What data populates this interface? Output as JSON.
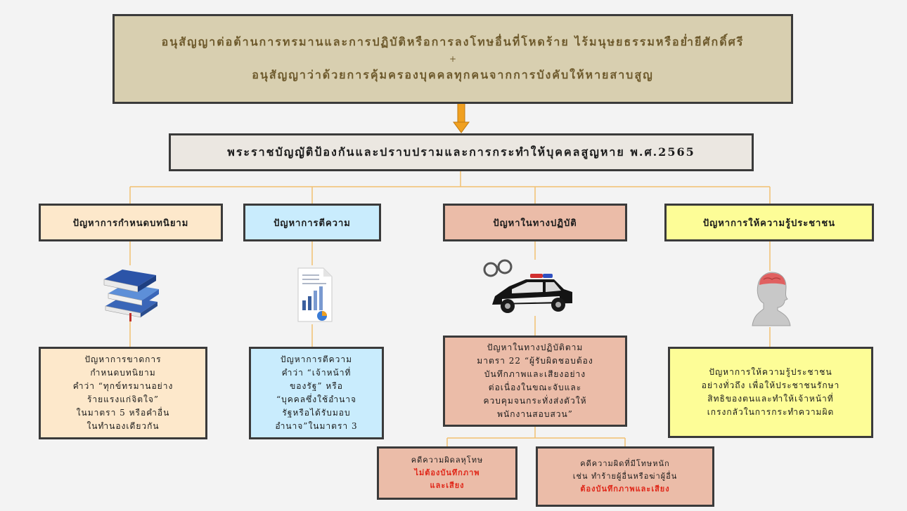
{
  "title": {
    "line1": "อนุสัญญาต่อต้านการทรมานและการปฏิบัติหรือการลงโทษอื่นที่โหดร้าย ไร้มนุษยธรรมหรือย่ำยีศักดิ์ศรี",
    "plus": "+",
    "line2": "อนุสัญญาว่าด้วยการคุ้มครองบุคคลทุกคนจากการบังคับให้หายสาบสูญ"
  },
  "act": "พระราชบัญญัติป้องกันและปราบปรามและการกระทำให้บุคคลสูญหาย พ.ศ.2565",
  "columns": [
    {
      "heading": "ปัญหาการกำหนดบทนิยาม",
      "icon": "books-icon",
      "lines": [
        "ปัญหาการขาดการ",
        "กำหนดบทนิยาม",
        "คำว่า “ทุกข์ทรมานอย่าง",
        "ร้ายแรงแก่จิตใจ”",
        "ในมาตรา 5 หรือคำอื่น",
        "ในทำนองเดียวกัน"
      ]
    },
    {
      "heading": "ปัญหาการตีความ",
      "icon": "document-icon",
      "lines": [
        "ปัญหาการตีความ",
        "คำว่า “เจ้าหน้าที่",
        "ของรัฐ” หรือ",
        "“บุคคลซึ่งใช้อำนาจ",
        "รัฐหรือได้รับมอบ",
        "อำนาจ”ในมาตรา 3"
      ]
    },
    {
      "heading": "ปัญหาในทางปฏิบัติ",
      "icon": "police-car-icon",
      "lines": [
        "ปัญหาในทางปฏิบัติตาม",
        "มาตรา 22 “ผู้รับผิดชอบต้อง",
        "บันทึกภาพและเสียงอย่าง",
        "ต่อเนื่องในขณะจับและ",
        "ควบคุมจนกระทั่งส่งตัวให้",
        "พนักงานสอบสวน”"
      ]
    },
    {
      "heading": "ปัญหาการให้ความรู้ประชาชน",
      "icon": "head-brain-icon",
      "lines": [
        "ปัญหาการให้ความรู้ประชาชน",
        "อย่างทั่วถึง เพื่อให้ประชาชนรักษา",
        "สิทธิของตนและทำให้เจ้าหน้าที่",
        "เกรงกลัวในการกระทำความผิด"
      ]
    }
  ],
  "sub_boxes": [
    {
      "line1": "คดีความผิดลหุโทษ",
      "red1": "ไม่ต้องบันทึกภาพ",
      "red2": "และเสียง"
    },
    {
      "line1": "คดีความผิดที่มีโทษหนัก",
      "line2": "เช่น ทำร้ายผู้อื่นหรือฆ่าผู้อื่น",
      "red1": "ต้องบันทึกภาพและเสียง"
    }
  ],
  "colors": {
    "title_bg": "#d8cfb0",
    "title_text": "#6e5a2c",
    "act_bg": "#ebe7e1",
    "col1_bg": "#fde8cb",
    "col2_bg": "#c9ecfd",
    "col3_bg": "#ebbca8",
    "col4_bg": "#fdfd97",
    "connector": "#f2c070",
    "arrow": "#f0a020",
    "red_text": "#e0281a"
  }
}
